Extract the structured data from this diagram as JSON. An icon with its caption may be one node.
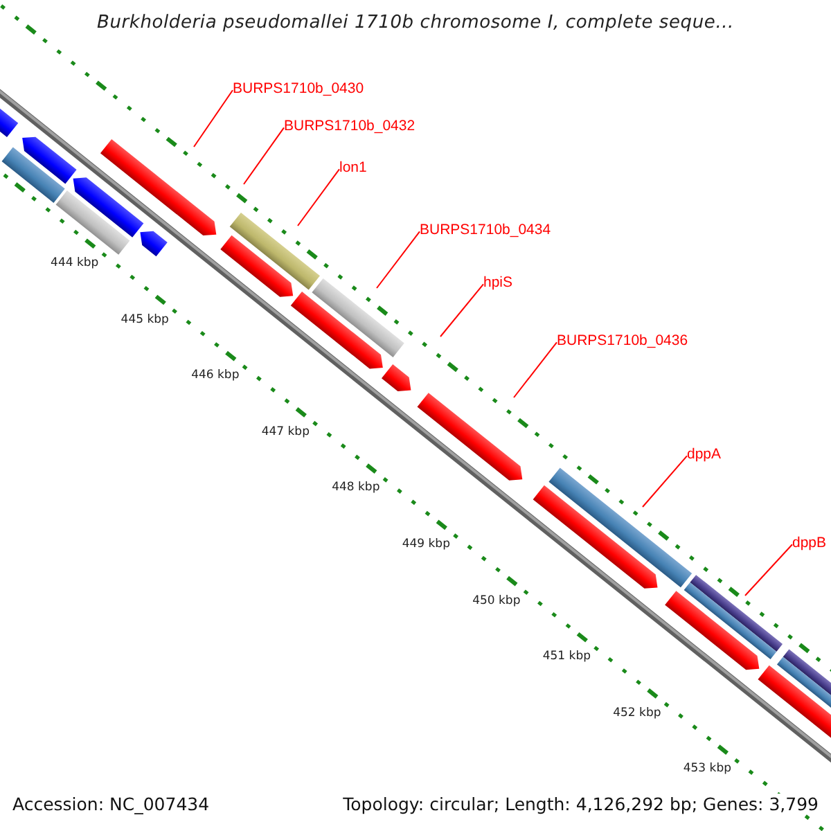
{
  "diagram": {
    "title": "Burkholderia pseudomallei 1710b chromosome I, complete seque...",
    "nodes": [
      {
        "text": [
          "BURPS1710b_0430"
        ]
      },
      {
        "text": [
          "BURPS1710b_0432"
        ]
      },
      {
        "text": [
          "lon1"
        ]
      },
      {
        "text": [
          "BURPS1710b_0434"
        ]
      },
      {
        "text": [
          "hpiS"
        ]
      },
      {
        "text": [
          "BURPS1710b_0436"
        ]
      },
      {
        "text": [
          "dppA"
        ]
      },
      {
        "text": [
          "dppB"
        ]
      }
    ],
    "edges": [
      {
        "from": 0,
        "to": null,
        "arrow": "none"
      },
      {
        "from": 1,
        "to": null,
        "arrow": "none"
      },
      {
        "from": 2,
        "to": null,
        "arrow": "none"
      },
      {
        "from": 3,
        "to": null,
        "arrow": "none"
      },
      {
        "from": 4,
        "to": null,
        "arrow": "none"
      },
      {
        "from": 5,
        "to": null,
        "arrow": "none"
      },
      {
        "from": 6,
        "to": null,
        "arrow": "none"
      },
      {
        "from": 7,
        "to": null,
        "arrow": "none"
      }
    ],
    "labels": [
      "444 kbp",
      "445 kbp",
      "446 kbp",
      "447 kbp",
      "448 kbp",
      "449 kbp",
      "450 kbp",
      "451 kbp",
      "452 kbp",
      "453 kbp",
      "Accession: NC_007434",
      "Topology: circular; Length: 4,126,292 bp; Genes: 3,799"
    ]
  }
}
